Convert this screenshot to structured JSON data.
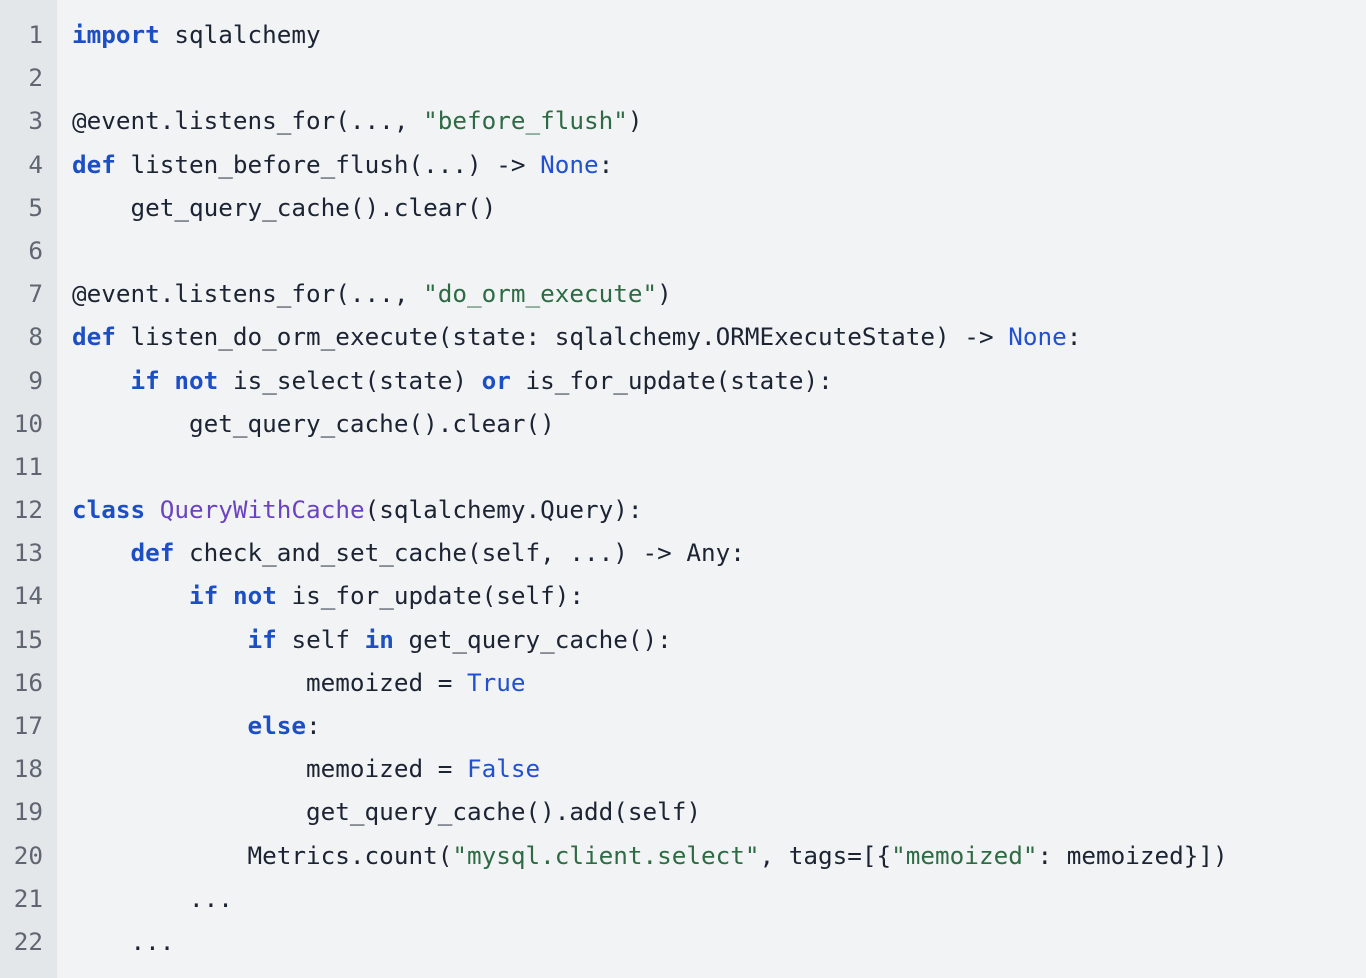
{
  "colors": {
    "background": "#f1f3f5",
    "gutter": "#e4e7ea",
    "keyword": "#1d4fc4",
    "string": "#2e6b44",
    "class_name": "#6b43c0"
  },
  "lines": [
    [
      [
        "k",
        "import"
      ],
      [
        "t",
        " sqlalchemy"
      ]
    ],
    [],
    [
      [
        "t",
        "@event.listens_for(..., "
      ],
      [
        "s",
        "\"before_flush\""
      ],
      [
        "t",
        ")"
      ]
    ],
    [
      [
        "k",
        "def"
      ],
      [
        "t",
        " listen_before_flush(...) -> "
      ],
      [
        "c",
        "None"
      ],
      [
        "t",
        ":"
      ]
    ],
    [
      [
        "t",
        "    get_query_cache().clear()"
      ]
    ],
    [],
    [
      [
        "t",
        "@event.listens_for(..., "
      ],
      [
        "s",
        "\"do_orm_execute\""
      ],
      [
        "t",
        ")"
      ]
    ],
    [
      [
        "k",
        "def"
      ],
      [
        "t",
        " listen_do_orm_execute(state: sqlalchemy.ORMExecuteState) -> "
      ],
      [
        "c",
        "None"
      ],
      [
        "t",
        ":"
      ]
    ],
    [
      [
        "t",
        "    "
      ],
      [
        "k",
        "if"
      ],
      [
        "t",
        " "
      ],
      [
        "k",
        "not"
      ],
      [
        "t",
        " is_select(state) "
      ],
      [
        "k",
        "or"
      ],
      [
        "t",
        " is_for_update(state):"
      ]
    ],
    [
      [
        "t",
        "        get_query_cache().clear()"
      ]
    ],
    [],
    [
      [
        "k",
        "class"
      ],
      [
        "t",
        " "
      ],
      [
        "n",
        "QueryWithCache"
      ],
      [
        "t",
        "(sqlalchemy.Query):"
      ]
    ],
    [
      [
        "t",
        "    "
      ],
      [
        "k",
        "def"
      ],
      [
        "t",
        " check_and_set_cache(self, ...) -> Any:"
      ]
    ],
    [
      [
        "t",
        "        "
      ],
      [
        "k",
        "if"
      ],
      [
        "t",
        " "
      ],
      [
        "k",
        "not"
      ],
      [
        "t",
        " is_for_update(self):"
      ]
    ],
    [
      [
        "t",
        "            "
      ],
      [
        "k",
        "if"
      ],
      [
        "t",
        " self "
      ],
      [
        "k",
        "in"
      ],
      [
        "t",
        " get_query_cache():"
      ]
    ],
    [
      [
        "t",
        "                memoized = "
      ],
      [
        "c",
        "True"
      ]
    ],
    [
      [
        "t",
        "            "
      ],
      [
        "k",
        "else"
      ],
      [
        "t",
        ":"
      ]
    ],
    [
      [
        "t",
        "                memoized = "
      ],
      [
        "c",
        "False"
      ]
    ],
    [
      [
        "t",
        "                get_query_cache().add(self)"
      ]
    ],
    [
      [
        "t",
        "            Metrics.count("
      ],
      [
        "s",
        "\"mysql.client.select\""
      ],
      [
        "t",
        ", tags=[{"
      ],
      [
        "s",
        "\"memoized\""
      ],
      [
        "t",
        ": memoized}])"
      ]
    ],
    [
      [
        "t",
        "        ..."
      ]
    ],
    [
      [
        "t",
        "    ..."
      ]
    ]
  ]
}
